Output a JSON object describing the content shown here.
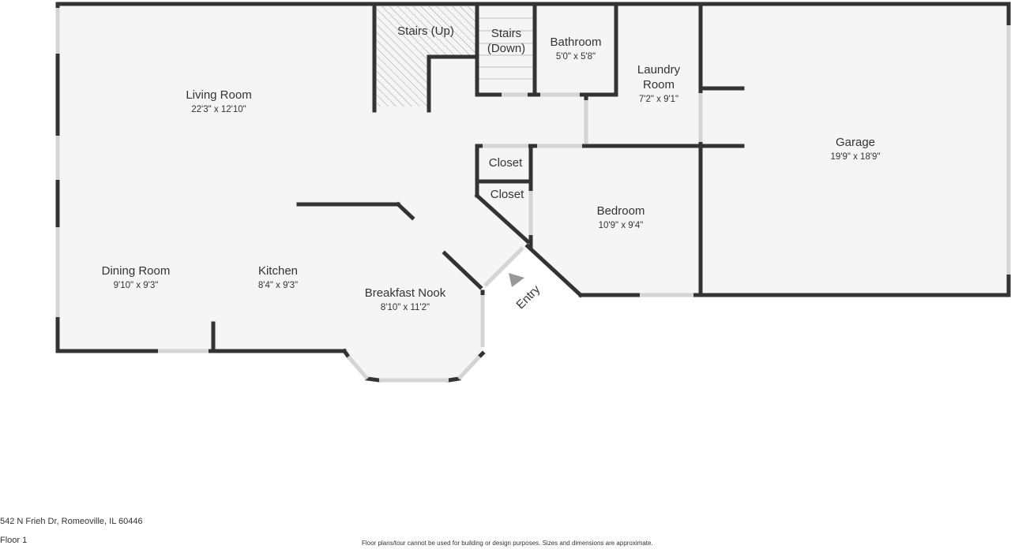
{
  "rooms": {
    "living_room": {
      "name": "Living Room",
      "dims": "22'3\" x 12'10\""
    },
    "stairs_up": {
      "name": "Stairs (Up)"
    },
    "stairs_down": {
      "name_line1": "Stairs",
      "name_line2": "(Down)"
    },
    "bathroom": {
      "name": "Bathroom",
      "dims": "5'0\" x 5'8\""
    },
    "laundry_room": {
      "name_line1": "Laundry",
      "name_line2": "Room",
      "dims": "7'2\" x 9'1\""
    },
    "garage": {
      "name": "Garage",
      "dims": "19'9\" x 18'9\""
    },
    "closet_1": {
      "name": "Closet"
    },
    "closet_2": {
      "name": "Closet"
    },
    "bedroom": {
      "name": "Bedroom",
      "dims": "10'9\" x 9'4\""
    },
    "dining_room": {
      "name": "Dining Room",
      "dims": "9'10\" x 9'3\""
    },
    "kitchen": {
      "name": "Kitchen",
      "dims": "8'4\" x 9'3\""
    },
    "breakfast_nook": {
      "name": "Breakfast Nook",
      "dims": "8'10\" x 11'2\""
    }
  },
  "entry_label": "Entry",
  "footer": {
    "address": "542 N Frieh Dr, Romeoville, IL 60446",
    "floor": "Floor 1",
    "disclaimer": "Floor plans/tour cannot be used for building or design purposes. Sizes and dimensions are approximate."
  },
  "colors": {
    "wall": "#333333",
    "floor": "#f5f5f5",
    "window": "#d4d4d4",
    "marker": "#999999"
  }
}
